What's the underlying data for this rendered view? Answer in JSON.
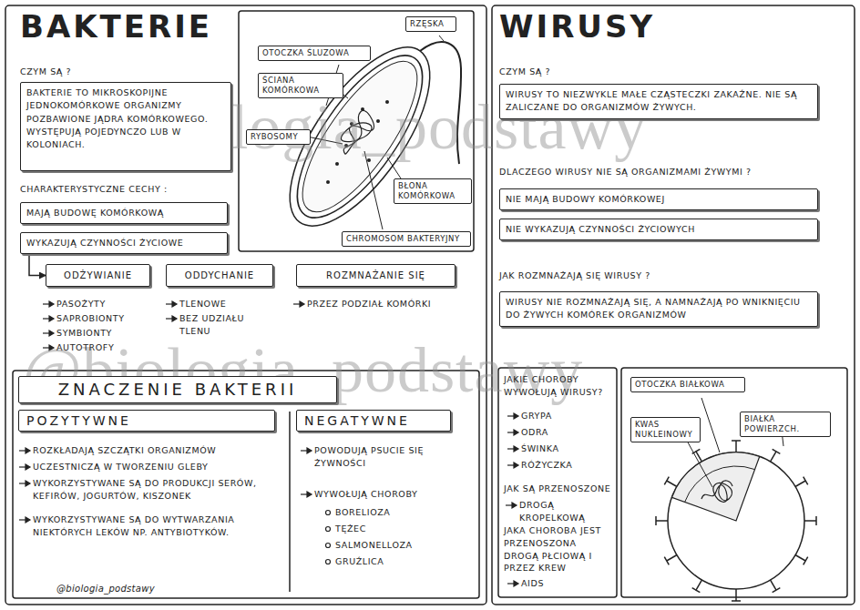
{
  "diagram": {
    "nodes": [
      {
        "text": [
          "BAKTERIE TO MIKROSKOPIJNE JEDNOKOMÓRKOWE ORGANIZMY POZBAWIONE JĄDRA KOMÓRKOWEGO. WYSTĘPUJĄ POJEDYNCZO LUB W KOLONIACH."
        ]
      },
      {
        "text": [
          "MAJĄ BUDOWĘ KOMÓRKOWĄ"
        ]
      },
      {
        "text": [
          "WYKAZUJĄ CZYNNOŚCI ŻYCIOWE"
        ]
      },
      {
        "text": [
          "ODŻYWIANIE"
        ]
      },
      {
        "text": [
          "ODDYCHANIE"
        ]
      },
      {
        "text": [
          "ROZMNAŻANIE SIĘ"
        ]
      },
      {
        "text": [
          "RZĘSKA"
        ]
      },
      {
        "text": [
          "OTOCZKA ŚLUZOWA"
        ]
      },
      {
        "text": [
          "ŚCIANA KOMÓRKOWA"
        ]
      },
      {
        "text": [
          "RYBOSOMY"
        ]
      },
      {
        "text": [
          "BŁONA KOMÓRKOWA"
        ]
      },
      {
        "text": [
          "CHROMOSOM BAKTERYJNY"
        ]
      },
      {
        "text": [
          "ZNACZENIE BAKTERII"
        ]
      },
      {
        "text": [
          "POZYTYWNE"
        ]
      },
      {
        "text": [
          "NEGATYWNE"
        ]
      },
      {
        "text": [
          "WIRUSY TO NIEZWYKLE MAŁE CZĄSTECZKI ZAKAŹNE. NIE SĄ ZALICZANE DO ORGANIZMÓW ŻYWYCH."
        ]
      },
      {
        "text": [
          "NIE MAJĄ BUDOWY KOMÓRKOWEJ"
        ]
      },
      {
        "text": [
          "NIE WYKAZUJĄ CZYNNOŚCI ŻYCIOWYCH"
        ]
      },
      {
        "text": [
          "WIRUSY NIE ROZMNAŻAJĄ SIĘ, A NAMNAŻAJĄ PO WNIKNIĘCIU DO ŻYWYCH KOMÓREK ORGANIZMÓW"
        ]
      },
      {
        "text": [
          "OTOCZKA BIAŁKOWA"
        ]
      },
      {
        "text": [
          "BIAŁKA POWIERZCH."
        ]
      },
      {
        "text": [
          "KWAS NUKLEINOWY"
        ]
      }
    ],
    "edges": [
      {
        "from": 2,
        "to": 3,
        "arrow": "to"
      }
    ],
    "labels": [
      "BAKTERIE",
      "CZYM SĄ ?",
      "CHARAKTERYSTYCZNE CECHY :",
      "PASOŻYTY",
      "SAPROBIONTY",
      "SYMBIONTY",
      "AUTOTROFY",
      "TLENOWE",
      "BEZ UDZIAŁU TLENU",
      "PRZEZ PODZIAŁ KOMÓRKI",
      "ROZKŁADAJĄ SZCZĄTKI ORGANIZMÓW",
      "UCZESTNICZĄ W TWORZENIU GLEBY",
      "WYKORZYSTYWANE SĄ DO PRODUKCJI SERÓW, KEFIRÓW, JOGURTÓW, KISZONEK",
      "WYKORZYSTYWANE SĄ DO WYTWARZANIA NIEKTÓRYCH LEKÓW NP. ANTYBIOTYKÓW.",
      "POWODUJĄ PSUCIE SIĘ ŻYWNOŚCI",
      "WYWOŁUJĄ CHOROBY",
      "BORELIOZA",
      "TĘŻEC",
      "SALMONELLOZA",
      "GRUŹLICA",
      "@biologia_podstawy",
      "WIRUSY",
      "CZYM SĄ ?",
      "DLACZEGO WIRUSY NIE SĄ ORGANIZMAMI ŻYWYMI ?",
      "JAK ROZMNAŻAJĄ SIĘ WIRUSY ?",
      "JAKIE CHOROBY WYWOŁUJĄ WIRUSY?",
      "GRYPA",
      "ODRA",
      "ŚWINKA",
      "RÓŻYCZKA",
      "JAK SĄ PRZENOSZONE",
      "DROGĄ KROPELKOWĄ",
      "JAKA CHOROBA JEST PRZENOSZONA DROGĄ PŁCIOWĄ I PRZEZ KREW",
      "AIDS",
      "@biologia_podstawy",
      "@biologia_podstawy"
    ]
  }
}
